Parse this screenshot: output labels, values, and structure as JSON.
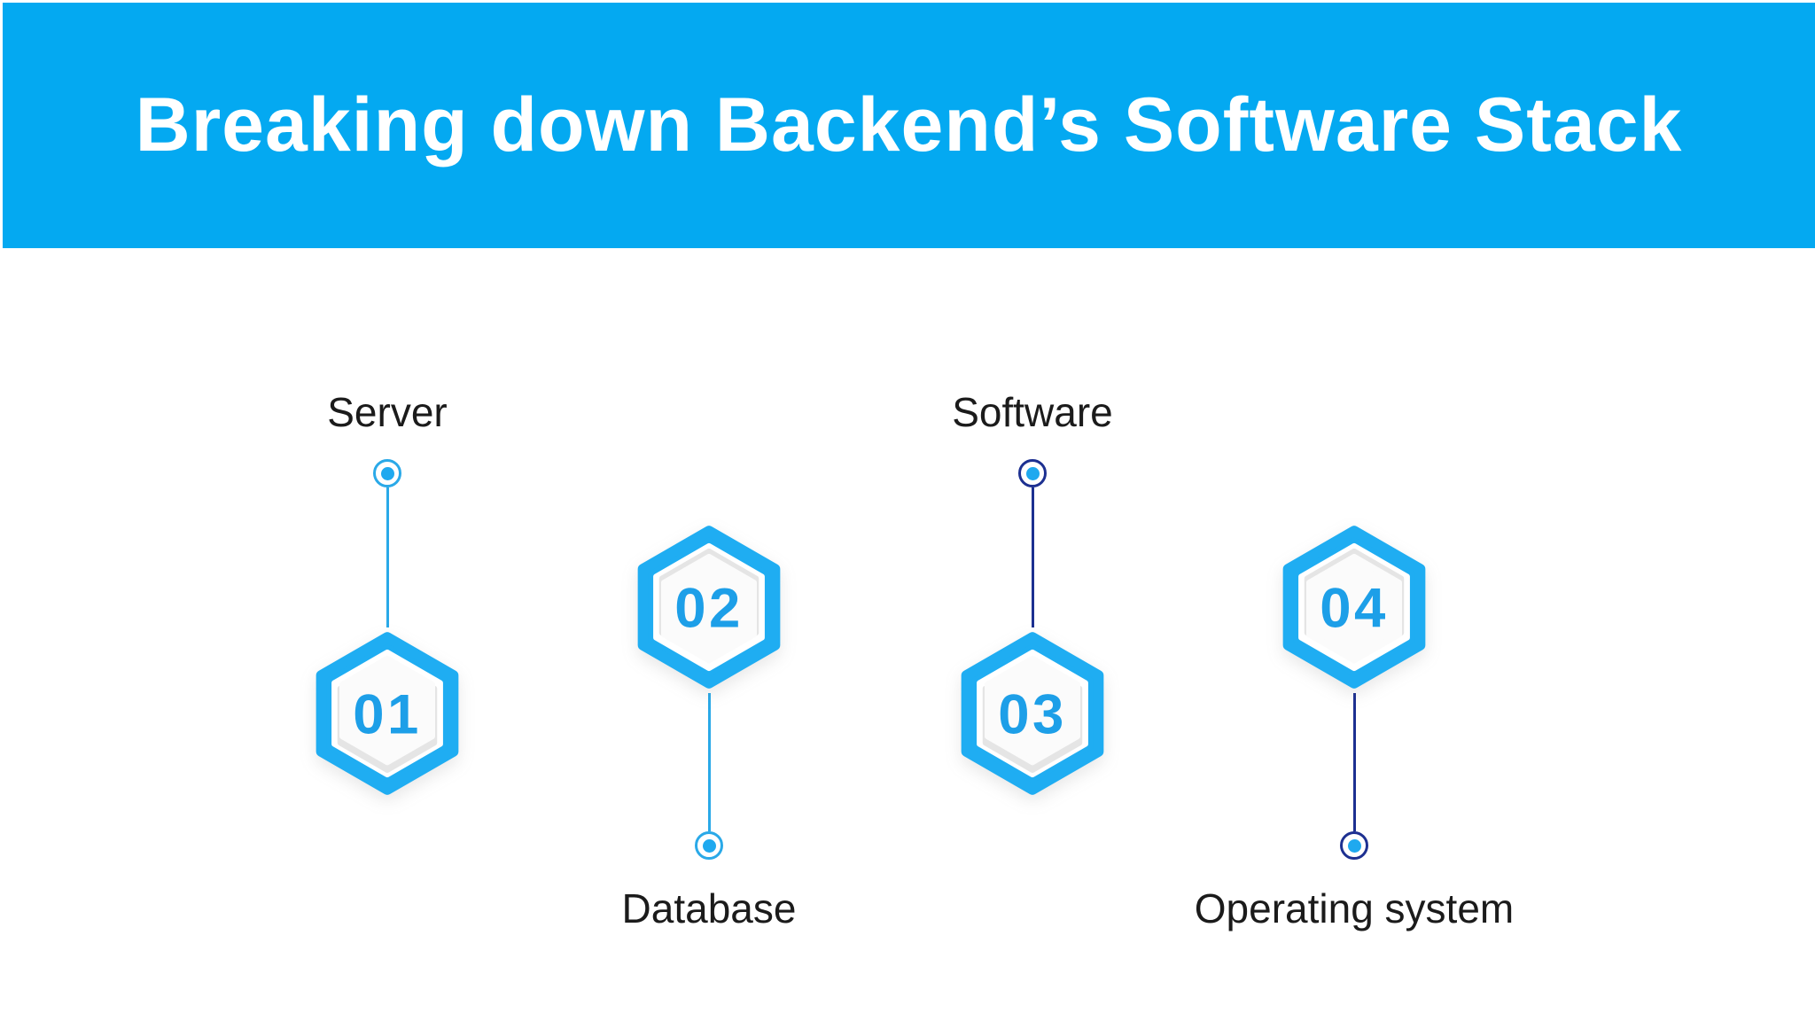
{
  "title": "Breaking down Backend’s Software Stack",
  "items": [
    {
      "number": "01",
      "label": "Server"
    },
    {
      "number": "02",
      "label": "Database"
    },
    {
      "number": "03",
      "label": "Software"
    },
    {
      "number": "04",
      "label": "Operating system"
    }
  ],
  "colors": {
    "banner": "#04a9f1",
    "hex_border": "#1fadf2",
    "number": "#1d9fe8",
    "connector_light": "#2aa9e8",
    "connector_dark": "#1d3091",
    "dot": "#1fa9ef",
    "label_text": "#1b1b1b",
    "title_text": "#ffffff",
    "hex_inner": "#fbfbfb",
    "hex_gray": "#e5e5e5",
    "page_bg": "#ffffff"
  }
}
